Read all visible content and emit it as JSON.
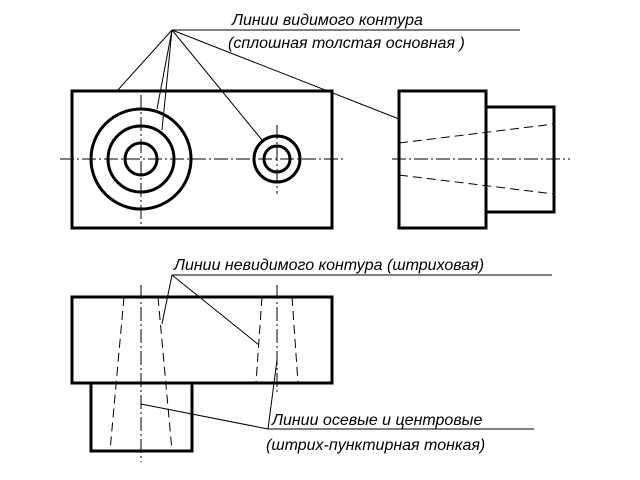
{
  "annotations": {
    "visible_contour": {
      "title": "Линии видимого контура",
      "subtitle": "(сплошная толстая основная )"
    },
    "hidden_contour": {
      "title": "Линии невидимого контура  (штриховая)"
    },
    "center_lines": {
      "title": "Линии осевые и центровые",
      "subtitle": "(штрих-пунктирная тонкая)"
    }
  },
  "colors": {
    "line": "#000000",
    "background": "#ffffff"
  }
}
